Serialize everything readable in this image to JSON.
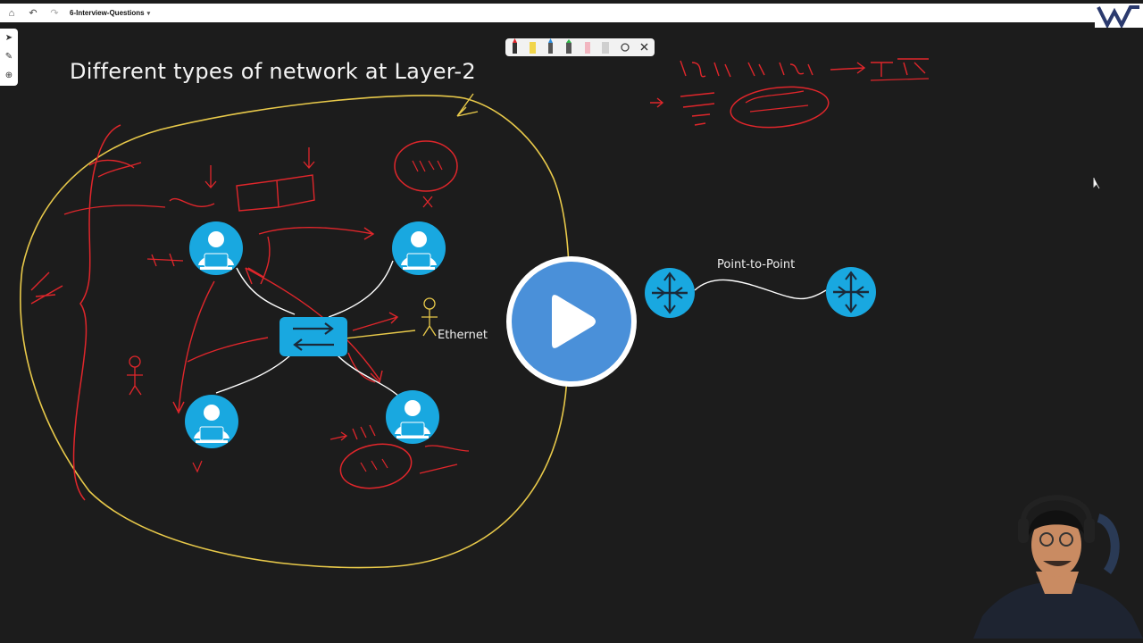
{
  "topbar": {
    "home_icon": "home-icon",
    "undo_icon": "undo-icon",
    "redo_icon": "redo-icon",
    "document_title": "6-Interview-Questions",
    "chevron_icon": "chevron-down-icon"
  },
  "slide": {
    "title": "Different types of network at Layer-2",
    "ethernet_label": "Ethernet",
    "p2p_label": "Point-to-Point"
  },
  "video": {
    "play_icon": "play-icon"
  },
  "colors": {
    "background": "#1c1c1c",
    "node_blue": "#19a8e0",
    "ink_red": "#e0262b",
    "ink_yellow": "#e8c94a",
    "play_blue": "#4a90d9"
  }
}
